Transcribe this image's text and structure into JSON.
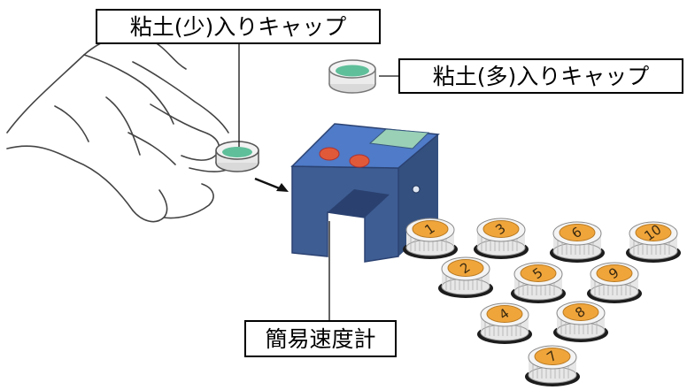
{
  "labels": {
    "cap_small": "粘土(少)入りキャップ",
    "cap_large": "粘土(多)入りキャップ",
    "speedometer": "簡易速度計"
  },
  "caps": [
    {
      "number": "1"
    },
    {
      "number": "3"
    },
    {
      "number": "6"
    },
    {
      "number": "10"
    },
    {
      "number": "2"
    },
    {
      "number": "5"
    },
    {
      "number": "9"
    },
    {
      "number": "4"
    },
    {
      "number": "8"
    },
    {
      "number": "7"
    }
  ],
  "colors": {
    "device_body": "#3e5d93",
    "device_top": "#4f7bc8",
    "device_display": "#9ad0b6",
    "device_button": "#e05a3a",
    "clay": "#5fbf9a",
    "cap_top": "#f0a53b",
    "cap_body": "#e7e7e7",
    "cap_base": "#1d1d1d"
  }
}
